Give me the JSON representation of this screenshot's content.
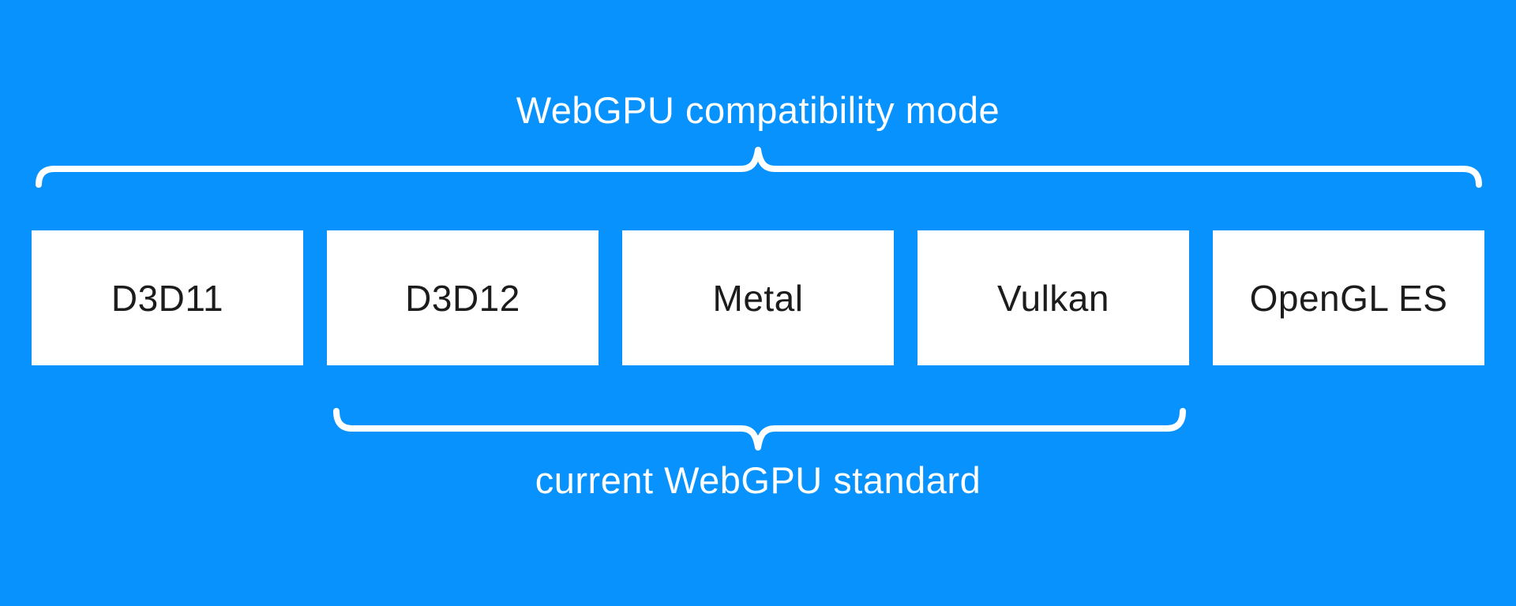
{
  "colors": {
    "background": "#0892fe",
    "brace": "#ffffff",
    "annotation_text": "#ffffff",
    "box_fill": "#ffffff",
    "box_text": "#1c1c1c"
  },
  "annotations": {
    "top": {
      "label": "WebGPU compatibility mode"
    },
    "bottom": {
      "label": "current WebGPU standard"
    }
  },
  "boxes": [
    {
      "label": "D3D11"
    },
    {
      "label": "D3D12"
    },
    {
      "label": "Metal"
    },
    {
      "label": "Vulkan"
    },
    {
      "label": "OpenGL ES"
    }
  ]
}
